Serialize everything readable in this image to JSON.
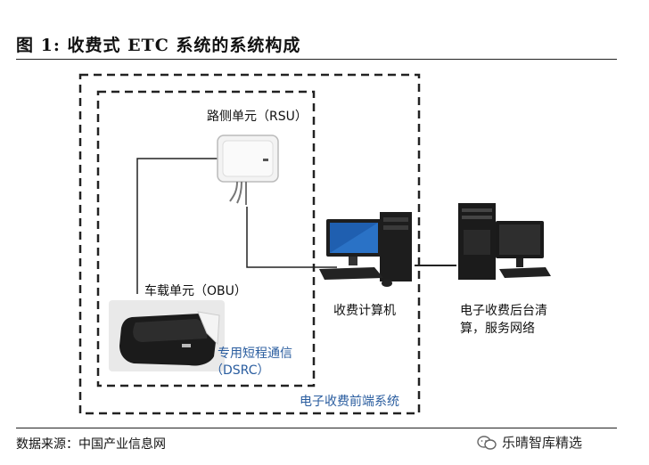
{
  "figure": {
    "title": "图 1:  收费式 ETC 系统的系统构成"
  },
  "labels": {
    "rsu": "路侧单元（RSU）",
    "obu": "车载单元（OBU）",
    "dsrc_line1": "专用短程通信",
    "dsrc_line2": "（DSRC）",
    "billing_computer": "收费计算机",
    "backend_line1": "电子收费后台清",
    "backend_line2": "算，服务网络",
    "frontend_system": "电子收费前端系统"
  },
  "footer": {
    "source": "数据来源：中国产业信息网",
    "watermark": "乐晴智库精选"
  },
  "colors": {
    "accent_blue": "#2a5d9f",
    "line": "#222222"
  }
}
